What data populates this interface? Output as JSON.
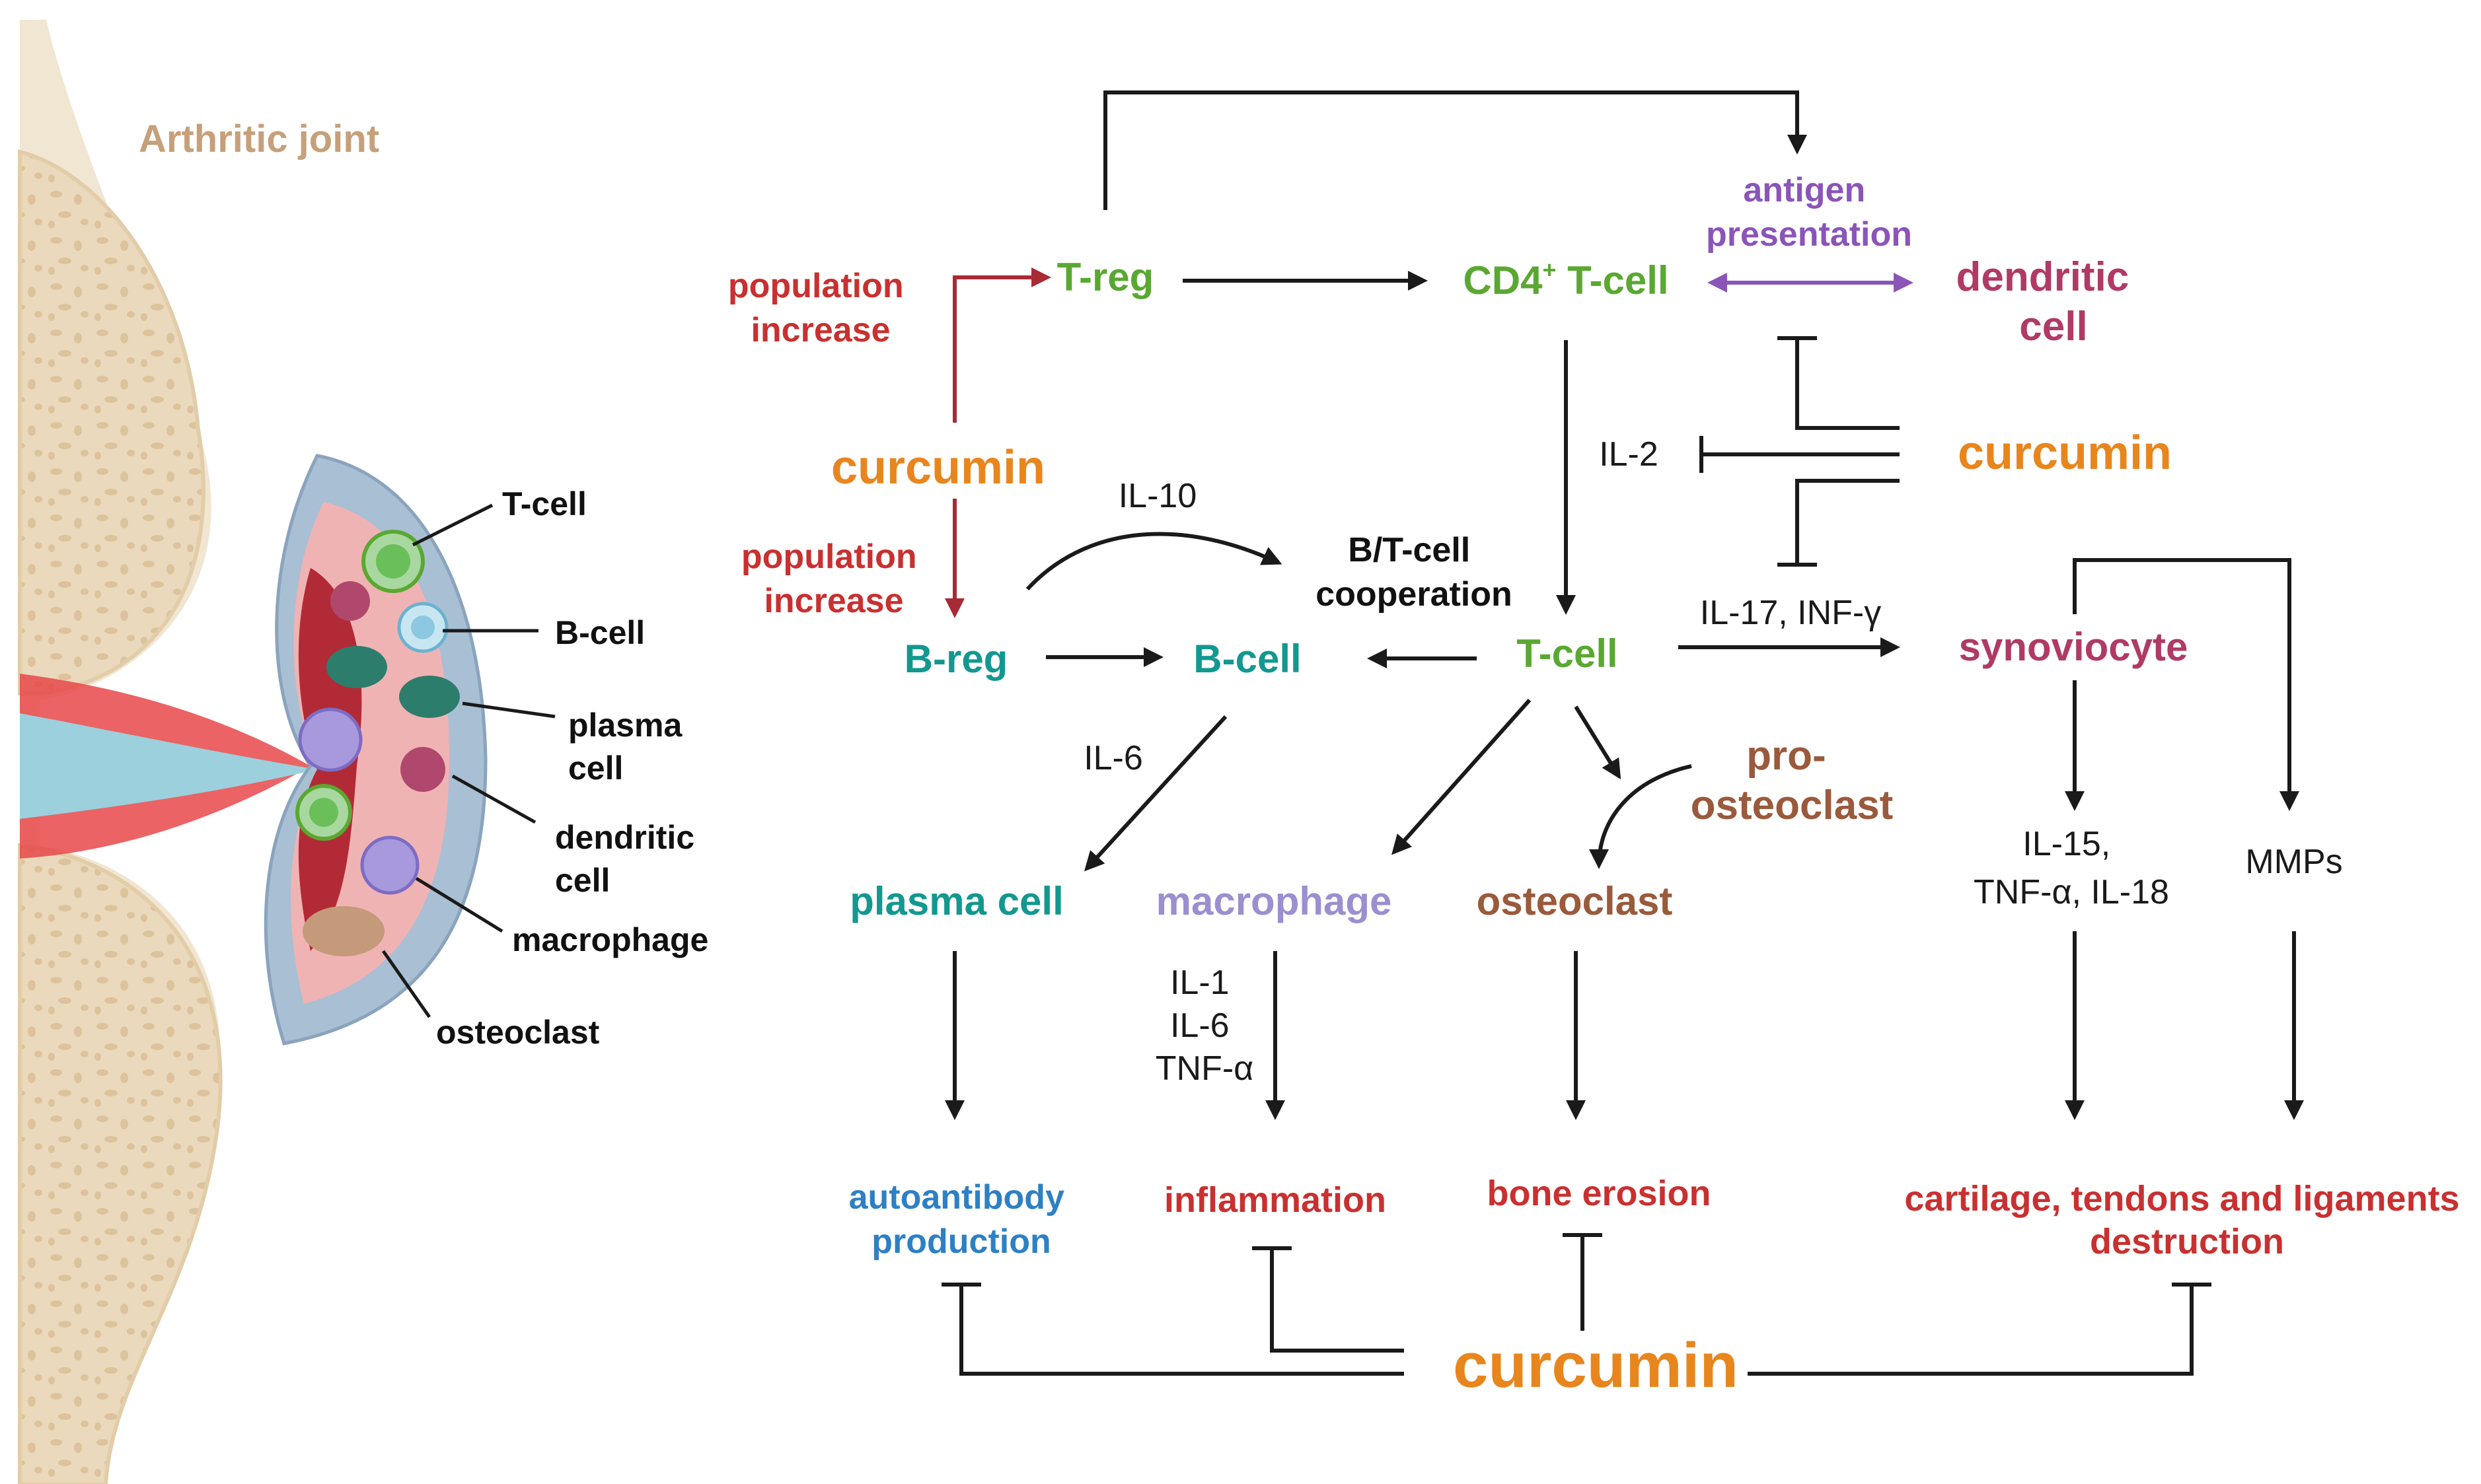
{
  "joint": {
    "title": "Arthritic joint",
    "legend": [
      {
        "id": "tcell",
        "label": "T-cell"
      },
      {
        "id": "bcell",
        "label": "B-cell"
      },
      {
        "id": "plasma",
        "label": "plasma cell"
      },
      {
        "id": "dendritic",
        "label": "dendritic cell"
      },
      {
        "id": "macrophage",
        "label": "macrophage"
      },
      {
        "id": "osteoclast",
        "label": "osteoclast"
      }
    ]
  },
  "nodes": {
    "treg": "T-reg",
    "cd4": "CD4",
    "cd4_sup": "+",
    "cd4_suffix": " T-cell",
    "antigen_l1": "antigen",
    "antigen_l2": "presentation",
    "dendritic_l1": "dendritic",
    "dendritic_l2": "cell",
    "pop1_l1": "population",
    "pop1_l2": "increase",
    "pop2_l1": "population",
    "pop2_l2": "increase",
    "curcumin_left": "curcumin",
    "curcumin_right": "curcumin",
    "curcumin_bottom": "curcumin",
    "il10": "IL-10",
    "bt_l1": "B/T-cell",
    "bt_l2": "cooperation",
    "il2": "IL-2",
    "breg": "B-reg",
    "bcell": "B-cell",
    "tcell": "T-cell",
    "il17": "IL-17, INF-γ",
    "synoviocyte": "synoviocyte",
    "il6_b": "IL-6",
    "preosteo_l1": "pro-",
    "preosteo_l2": "osteoclast",
    "plasma": "plasma cell",
    "macrophage": "macrophage",
    "osteoclast": "osteoclast",
    "il15_l1": "IL-15,",
    "il15_l2": "TNF-α, IL-18",
    "mmps": "MMPs",
    "mac_il1": "IL-1",
    "mac_il6": "IL-6",
    "mac_tnf": "TNF-α",
    "auto_l1": "autoantibody",
    "auto_l2": "production",
    "inflammation": "inflammation",
    "bone": "bone erosion",
    "cart_l1": "cartilage, tendons and ligaments",
    "cart_l2": "destruction"
  },
  "colors": {
    "green": "#5aa832",
    "teal": "#139890",
    "orange": "#e8861e",
    "red": "#c93030",
    "magenta": "#b03a66",
    "purple": "#8b55b8",
    "lavender": "#9b8fd0",
    "brown": "#9a5a3c",
    "blue": "#2e80c4",
    "arrow": "#1a1a1a",
    "darkred": "#a82a35",
    "bone": "#e8d6b8",
    "title": "#c6a07a"
  }
}
